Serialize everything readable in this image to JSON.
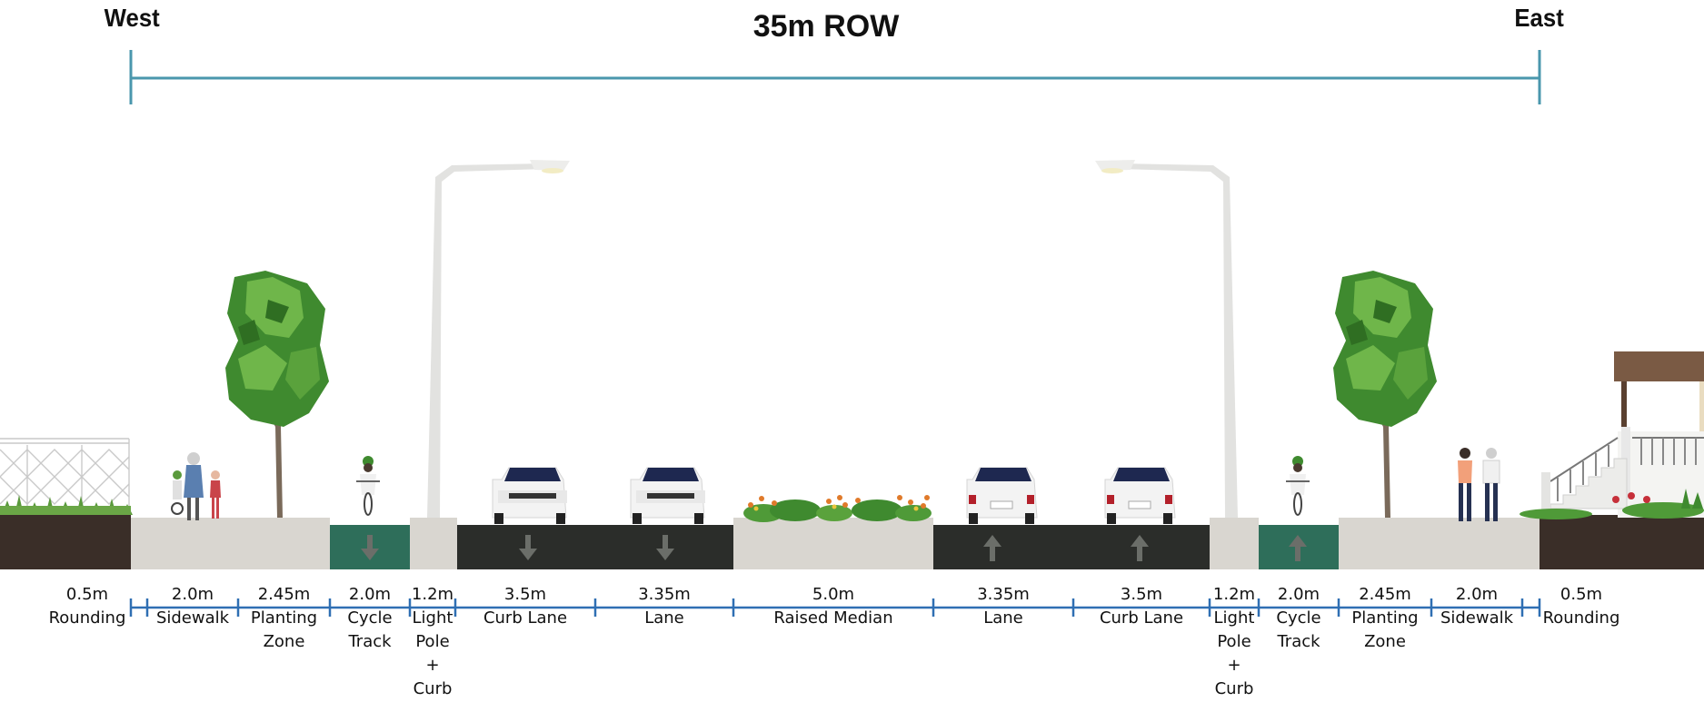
{
  "header": {
    "west_label": "West",
    "east_label": "East",
    "row_title": "35m ROW"
  },
  "colors": {
    "dimension_line": "#4a97ad",
    "tick_line": "#2f6fb3",
    "asphalt": "#2b2d2a",
    "concrete": "#d9d6d0",
    "cycle_track": "#2e6e5a",
    "soil": "#3a2e28",
    "tree_dark": "#3f8a2f",
    "tree_light": "#6fb64a"
  },
  "segments": [
    {
      "width": "0.5m",
      "label": "Rounding"
    },
    {
      "width": "2.0m",
      "label": "Sidewalk"
    },
    {
      "width": "2.45m",
      "label": "Planting\nZone"
    },
    {
      "width": "2.0m",
      "label": "Cycle\nTrack"
    },
    {
      "width": "1.2m",
      "label": "Light\nPole\n+\nCurb"
    },
    {
      "width": "3.5m",
      "label": "Curb Lane"
    },
    {
      "width": "3.35m",
      "label": "Lane"
    },
    {
      "width": "5.0m",
      "label": "Raised Median"
    },
    {
      "width": "3.35m",
      "label": "Lane"
    },
    {
      "width": "3.5m",
      "label": "Curb Lane"
    },
    {
      "width": "1.2m",
      "label": "Light\nPole\n+\nCurb"
    },
    {
      "width": "2.0m",
      "label": "Cycle\nTrack"
    },
    {
      "width": "2.45m",
      "label": "Planting\nZone"
    },
    {
      "width": "2.0m",
      "label": "Sidewalk"
    },
    {
      "width": "0.5m",
      "label": "Rounding"
    }
  ]
}
